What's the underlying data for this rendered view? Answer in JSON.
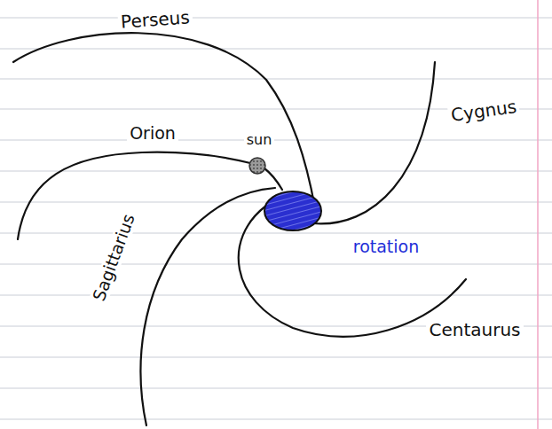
{
  "diagram": {
    "labels": [
      "Perseus",
      "Orion",
      "sun",
      "Cygnus",
      "Centaurus",
      "Sagittarius",
      "rotation"
    ]
  }
}
